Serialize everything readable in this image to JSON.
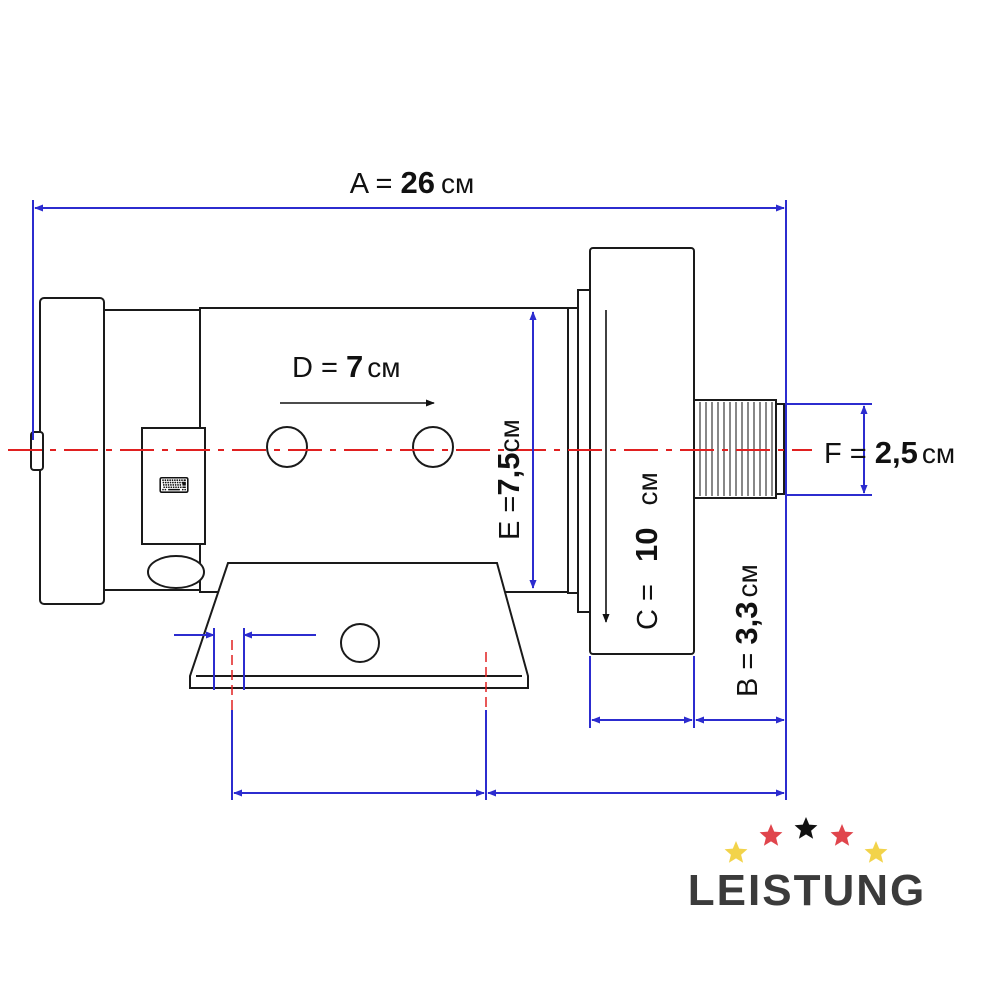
{
  "dimensions": {
    "A": {
      "prefix": "A = ",
      "value": "26",
      "unit": "см"
    },
    "B": {
      "prefix": "B = ",
      "value": "3,3",
      "unit": "см"
    },
    "C": {
      "prefix": "C = ",
      "value": "10",
      "unit": "см"
    },
    "D": {
      "prefix": "D = ",
      "value": "7",
      "unit": "см"
    },
    "E": {
      "prefix": "E =",
      "value": "7,5",
      "unit": "см"
    },
    "F": {
      "prefix": "F = ",
      "value": "2,5",
      "unit": "см"
    }
  },
  "logo": {
    "text": "LEISTUNG",
    "star_colors": [
      "#f2d34a",
      "#e0454c",
      "#111111",
      "#e0454c",
      "#f2d34a"
    ]
  },
  "colors": {
    "dimension_line": "#2c2ccf",
    "centerline": "#e02020",
    "outline": "#1a1a1a"
  }
}
